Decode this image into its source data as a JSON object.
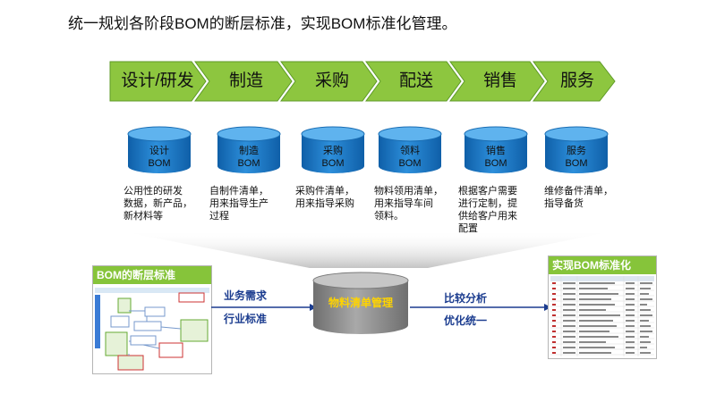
{
  "title": "统一规划各阶段BOM的断层标准，实现BOM标准化管理。",
  "stages": [
    "设计/研发",
    "制造",
    "采购",
    "配送",
    "销售",
    "服务"
  ],
  "bom_types": [
    {
      "line1": "设计",
      "line2": "BOM",
      "desc": [
        "公用性的研发",
        "数据，新产品，",
        "新材料等"
      ]
    },
    {
      "line1": "制造",
      "line2": "BOM",
      "desc": [
        "自制件清单，",
        "用来指导生产",
        "过程"
      ]
    },
    {
      "line1": "采购",
      "line2": "BOM",
      "desc": [
        "采购件清单，",
        "用来指导采购"
      ]
    },
    {
      "line1": "领料",
      "line2": "BOM",
      "desc": [
        "物料领用清单，",
        "用来指导车间",
        "领料。"
      ]
    },
    {
      "line1": "销售",
      "line2": "BOM",
      "desc": [
        "根据客户需要",
        "进行定制，提",
        "供给客户用来",
        "配置"
      ]
    },
    {
      "line1": "服务",
      "line2": "BOM",
      "desc": [
        "维修备件清单，",
        "指导备货"
      ]
    }
  ],
  "left_panel": {
    "title": "BOM的断层标准"
  },
  "right_panel": {
    "title": "实现BOM标准化"
  },
  "center": {
    "label": "物料清单管理"
  },
  "left_arrows": {
    "top": "业务需求",
    "bottom": "行业标准"
  },
  "right_arrows": {
    "top": "比较分析",
    "bottom": "优化统一"
  },
  "colors": {
    "chevron": "#8dc63f",
    "chevron_border": "#6ea52d",
    "cylinder": "#1f7fc9",
    "cylinder_top": "#5fb3ee",
    "center_cylinder": "#8c8c8c",
    "label_blue": "#1b3c8f"
  }
}
